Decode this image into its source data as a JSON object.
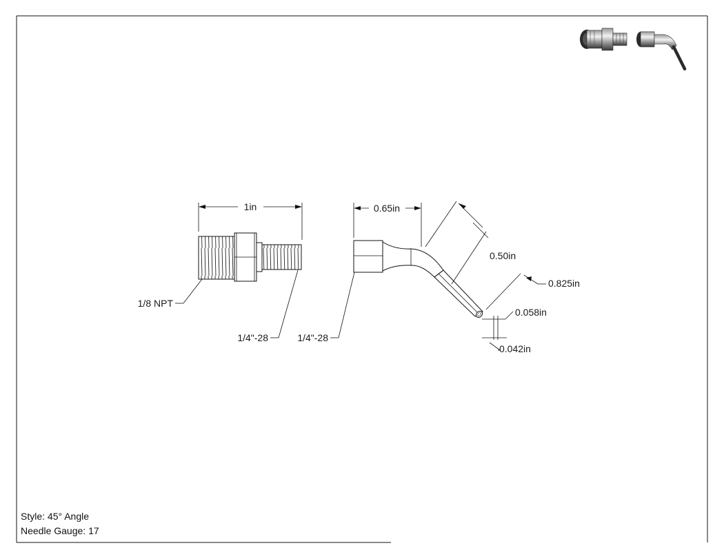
{
  "dimensions": {
    "adapter_length": "1in",
    "needle_base_length": "0.65in",
    "needle_tip_length": "0.50in",
    "needle_angled_length": "0.825in",
    "needle_od": "0.058in",
    "needle_id": "0.042in"
  },
  "callouts": {
    "npt_thread": "1/8 NPT",
    "adapter_thread": "1/4\"-28",
    "needle_thread": "1/4\"-28"
  },
  "notes": {
    "style": "Style: 45° Angle",
    "gauge": "Needle Gauge: 17"
  },
  "icons": [
    "adapter-thumbnail-icon",
    "angled-needle-thumbnail-icon"
  ],
  "colors": {
    "line": "#111111",
    "metal_dark": "#3a3a3a",
    "metal_light": "#e8e8e8"
  }
}
